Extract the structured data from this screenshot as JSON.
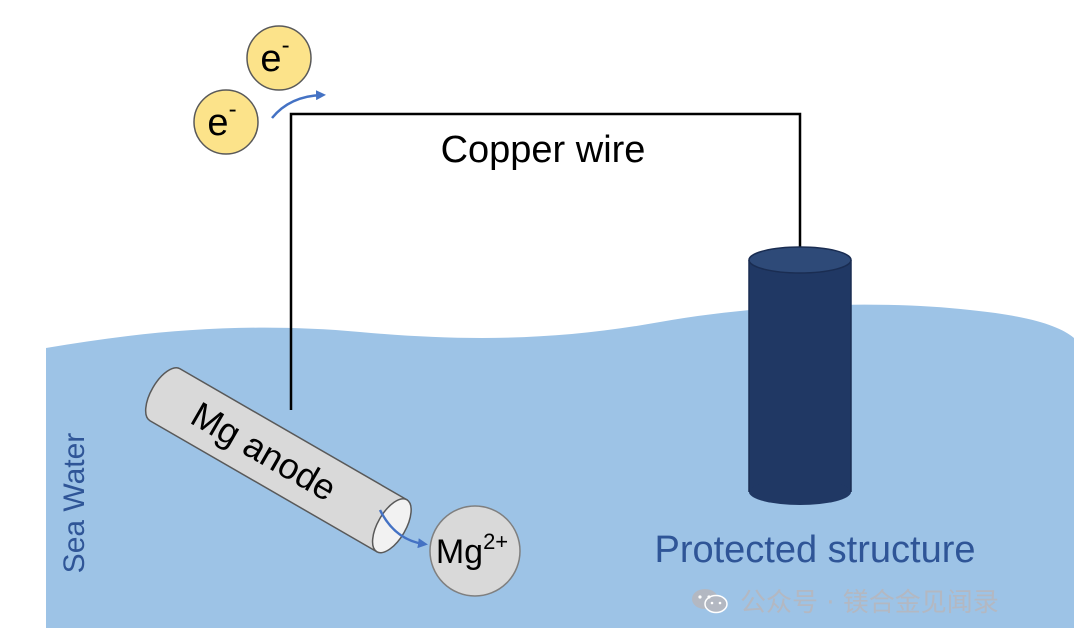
{
  "diagram": {
    "wire_label": "Copper wire",
    "electron_label": "e",
    "electron_charge": "-",
    "anode_label": "Mg anode",
    "ion_label": "Mg",
    "ion_charge": "2+",
    "structure_label": "Protected structure",
    "water_label": "Sea Water",
    "watermark": "公众号 · 镁合金见闻录",
    "colors": {
      "water": "#9dc3e6",
      "structure": "#203864",
      "electron": "#fce38a",
      "anode": "#d9d9d9",
      "arrow": "#4472c4",
      "wire": "#000000",
      "label_blue": "#2f5597"
    }
  }
}
